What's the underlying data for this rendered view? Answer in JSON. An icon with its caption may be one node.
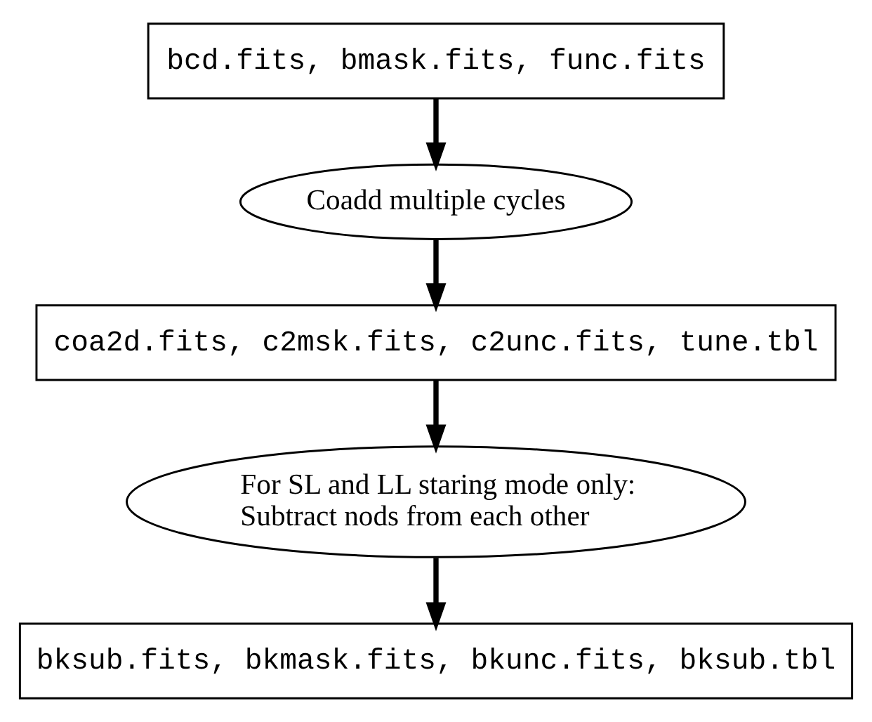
{
  "diagram": {
    "nodes": [
      {
        "text": [
          "bcd.fits, bmask.fits, func.fits"
        ]
      },
      {
        "text": [
          "Coadd multiple cycles"
        ]
      },
      {
        "text": [
          "coa2d.fits, c2msk.fits, c2unc.fits, tune.tbl"
        ]
      },
      {
        "text": [
          "For SL and LL staring mode only: Subtract nods from each other"
        ]
      },
      {
        "text": [
          "bksub.fits, bkmask.fits, bkunc.fits, bksub.tbl"
        ]
      }
    ],
    "edges": [
      {
        "from": 0,
        "to": 1,
        "arrow": "to"
      },
      {
        "from": 1,
        "to": 2,
        "arrow": "to"
      },
      {
        "from": 2,
        "to": 3,
        "arrow": "to"
      },
      {
        "from": 3,
        "to": 4,
        "arrow": "to"
      }
    ]
  }
}
